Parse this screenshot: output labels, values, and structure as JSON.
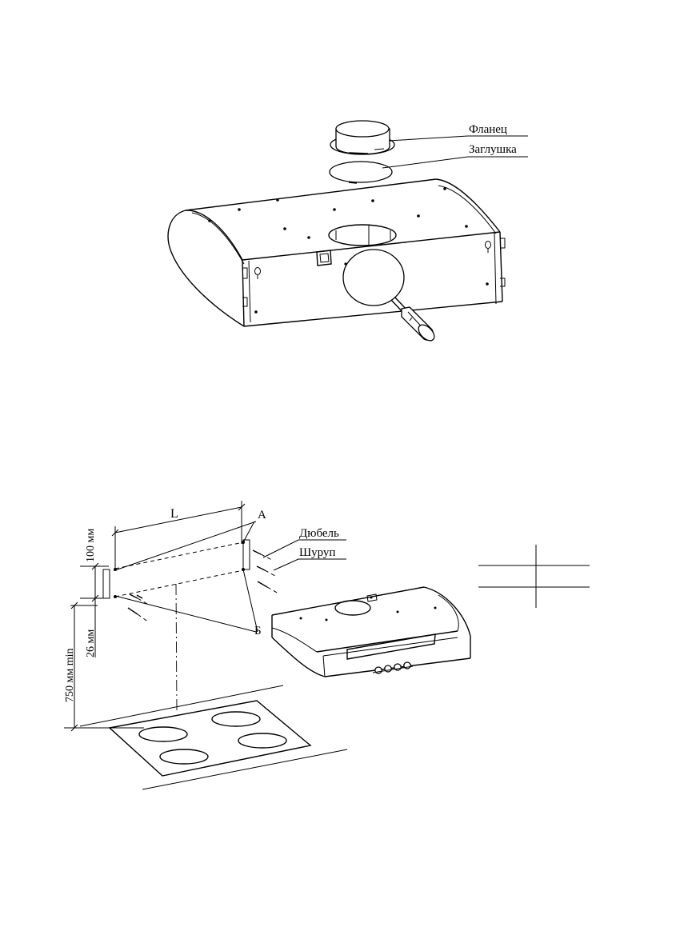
{
  "figure1": {
    "labels": {
      "flange": "Фланец",
      "plug": "Заглушка"
    }
  },
  "figure2": {
    "labels": {
      "dim_l": "L",
      "point_a": "А",
      "point_b": "Б",
      "dowel": "Дюбель",
      "screw": "Шуруп",
      "dim_100": "100 мм",
      "dim_26": "26 мм",
      "dim_750": "750 мм min"
    }
  }
}
